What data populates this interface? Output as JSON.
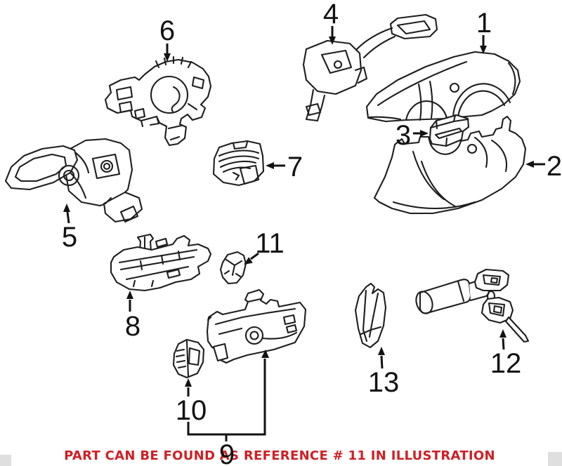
{
  "figure": {
    "kind": "exploded-parts-illustration",
    "subject": "steering column switches, shrouds and ignition lock parts"
  },
  "colors": {
    "background": "#ffffff",
    "line": "#1e1e1e",
    "label": "#121212",
    "caption_red": "#cd2026"
  },
  "callouts": {
    "c1": {
      "number": "1"
    },
    "c2": {
      "number": "2"
    },
    "c3": {
      "number": "3"
    },
    "c4": {
      "number": "4"
    },
    "c5": {
      "number": "5"
    },
    "c6": {
      "number": "6"
    },
    "c7": {
      "number": "7"
    },
    "c8": {
      "number": "8"
    },
    "c9": {
      "number": "9"
    },
    "c10": {
      "number": "10"
    },
    "c11": {
      "number": "11"
    },
    "c12": {
      "number": "12"
    },
    "c13": {
      "number": "13"
    }
  },
  "caption": {
    "text": "PART CAN BE FOUND AS REFERENCE # 11 IN ILLUSTRATION",
    "color": "#cd2026"
  }
}
